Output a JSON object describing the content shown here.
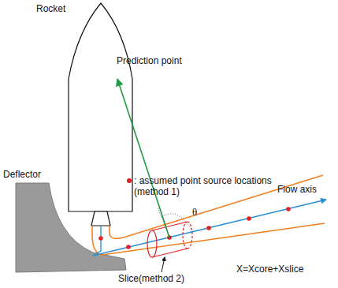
{
  "diagram": {
    "labels": [
      "Rocket",
      "Prediction point",
      "Deflector",
      "θ",
      "Flow axis",
      "Slice(method 2)",
      "X=Xcore+Xslice"
    ],
    "legend": [
      {
        "text": ": assumed point source locations (method 1)",
        "color": "#e02020"
      }
    ]
  }
}
